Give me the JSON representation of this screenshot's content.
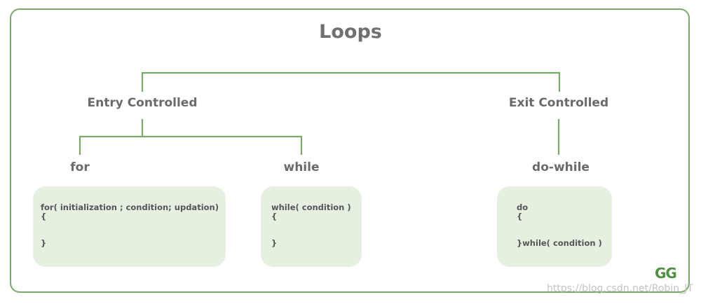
{
  "title": "Loops",
  "categories": {
    "entry": "Entry Controlled",
    "exit": "Exit Controlled"
  },
  "loops": {
    "for": {
      "label": "for",
      "code": [
        "for( initialization ; condition; updation)",
        "{",
        "}"
      ]
    },
    "while": {
      "label": "while",
      "code": [
        "while( condition )",
        "{",
        "}"
      ]
    },
    "do_while": {
      "label": "do-while",
      "code": [
        "do",
        "{",
        "}while( condition )"
      ]
    }
  },
  "logo": "GG",
  "watermark": "https://blog.csdn.net/Robin_JT",
  "colors": {
    "line": "#79a96b",
    "box": "#e6f0e1",
    "text": "#6a6a6a"
  }
}
